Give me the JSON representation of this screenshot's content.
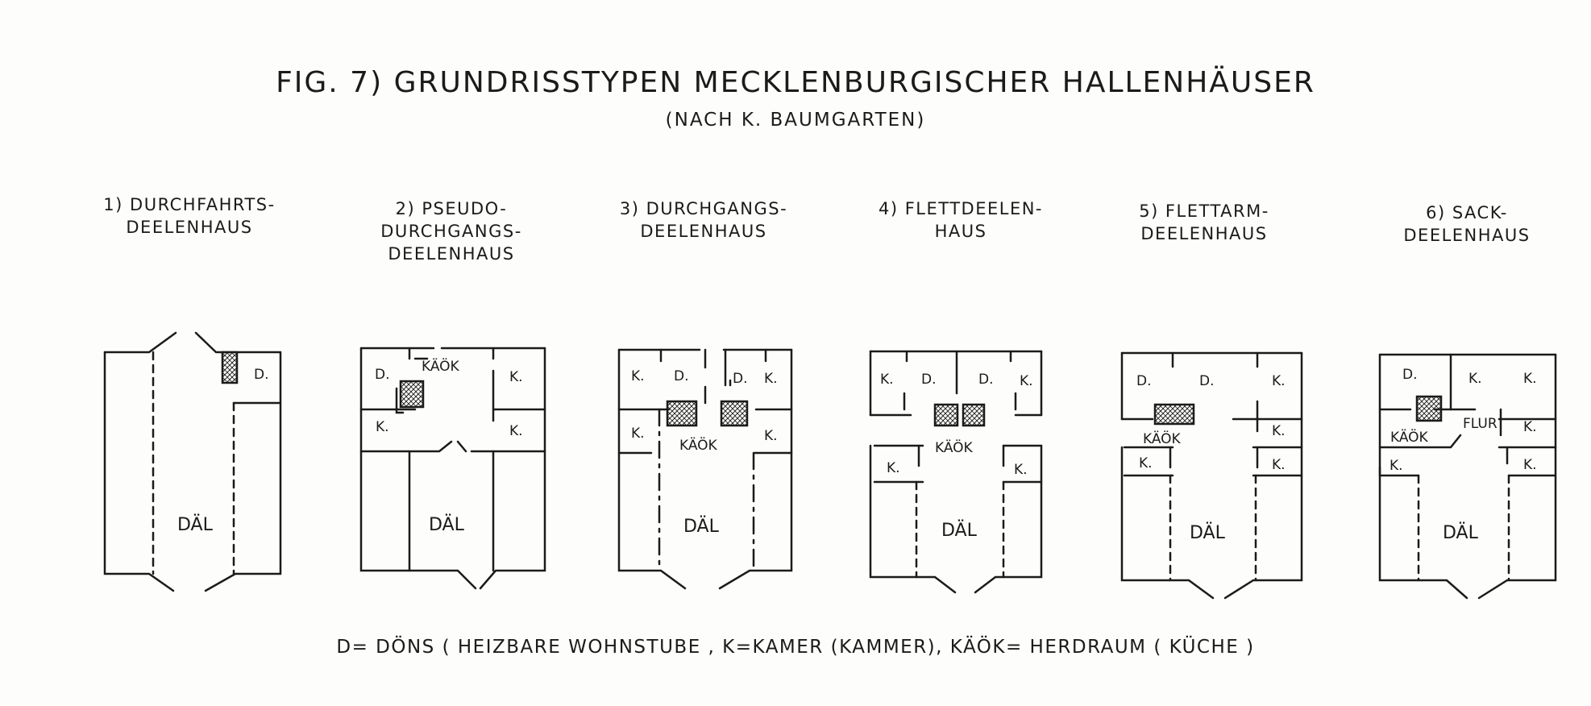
{
  "title": "FIG. 7) GRUNDRISSTYPEN MECKLENBURGISCHER HALLENHÄUSER",
  "subtitle": "(NACH K. BAUMGARTEN)",
  "types": [
    {
      "lines": [
        "1) DURCHFAHRTS-",
        "DEELENHAUS"
      ]
    },
    {
      "lines": [
        "2)  PSEUDO-",
        "DURCHGANGS-",
        "DEELENHAUS"
      ]
    },
    {
      "lines": [
        "3) DURCHGANGS-",
        "DEELENHAUS"
      ]
    },
    {
      "lines": [
        "4) FLETTDEELEN-",
        "HAUS"
      ]
    },
    {
      "lines": [
        "5) FLETTARM-",
        "DEELENHAUS"
      ]
    },
    {
      "lines": [
        "6)  SACK-",
        "DEELENHAUS"
      ]
    }
  ],
  "rooms": {
    "d": "D.",
    "k": "K.",
    "kaeoek": "KÄÖK",
    "dael": "DÄL",
    "flur": "FLUR"
  },
  "legend": "D= DÖNS ( HEIZBARE WOHNSTUBE ,   K=KAMER (KAMMER), KÄÖK= HERDRAUM ( KÜCHE )"
}
